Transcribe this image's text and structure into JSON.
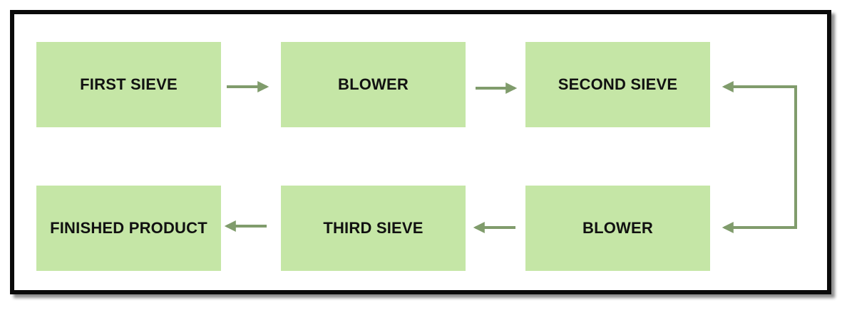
{
  "colors": {
    "node_fill": "#c5e6a6",
    "arrow": "#809c6c",
    "frame": "#0a0a0a"
  },
  "nodes": [
    {
      "id": "first_sieve",
      "label": "FIRST SIEVE"
    },
    {
      "id": "blower_1",
      "label": "BLOWER"
    },
    {
      "id": "second_sieve",
      "label": "SECOND SIEVE"
    },
    {
      "id": "blower_2",
      "label": "BLOWER"
    },
    {
      "id": "third_sieve",
      "label": "THIRD SIEVE"
    },
    {
      "id": "finished_product",
      "label": "FINISHED PRODUCT"
    }
  ],
  "edges": [
    {
      "from": "first_sieve",
      "to": "blower_1"
    },
    {
      "from": "blower_1",
      "to": "second_sieve"
    },
    {
      "from": "second_sieve",
      "to": "blower_2"
    },
    {
      "from": "blower_2",
      "to": "third_sieve"
    },
    {
      "from": "third_sieve",
      "to": "finished_product"
    }
  ]
}
